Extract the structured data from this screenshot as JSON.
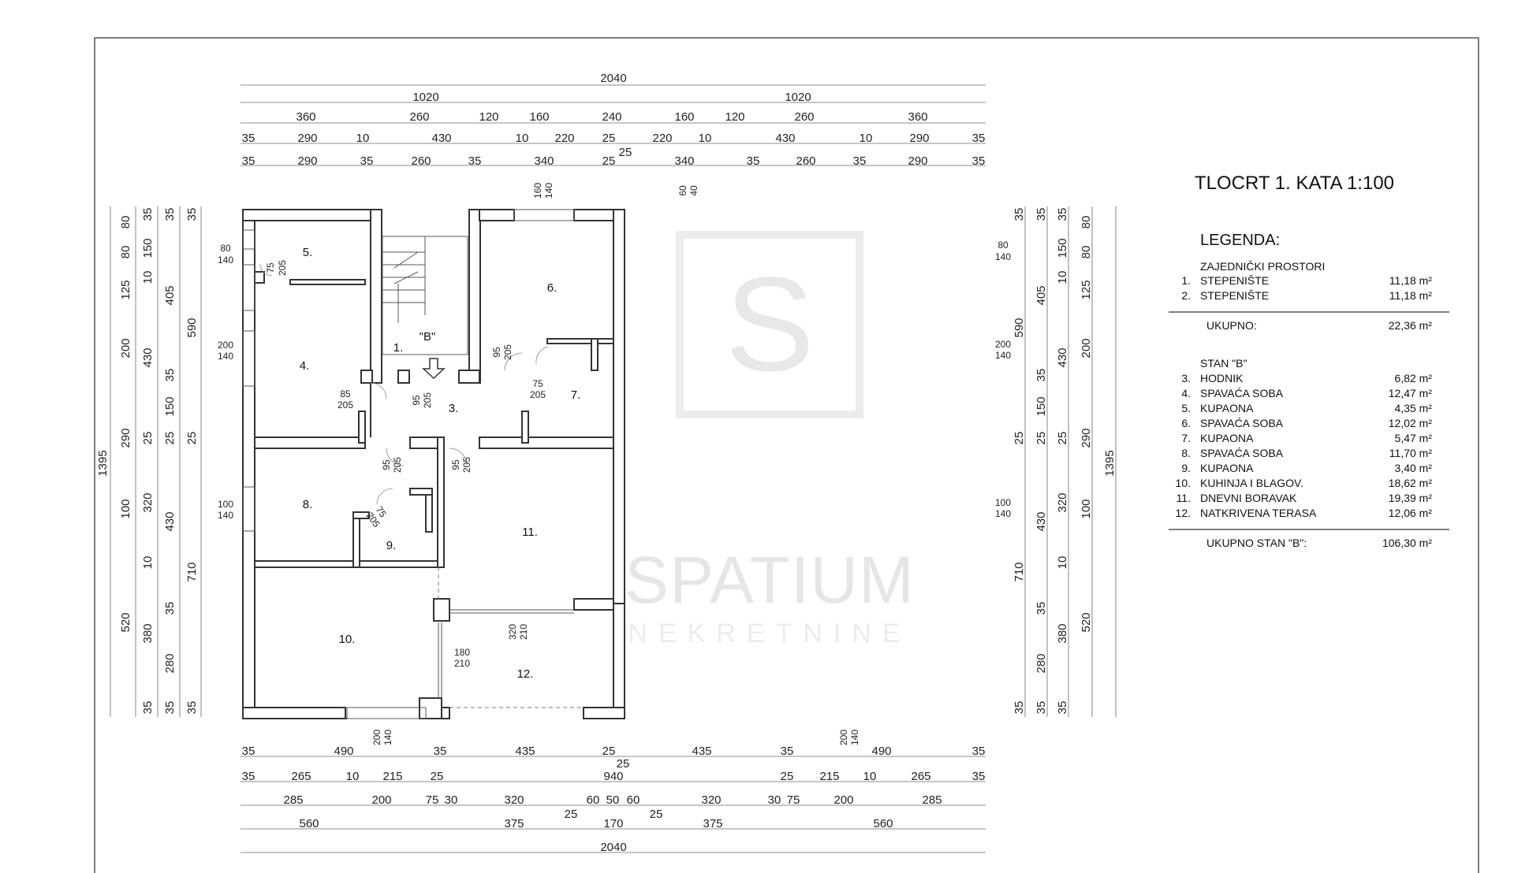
{
  "title": "TLOCRT 1. KATA 1:100",
  "watermark": {
    "logo_letter": "S",
    "brand": "SPATIUM",
    "sub": "NEKRETNINE"
  },
  "legend": {
    "heading": "LEGENDA:",
    "common": {
      "heading": "ZAJEDNIČKI PROSTORI",
      "items": [
        {
          "num": "1.",
          "name": "STEPENIŠTE",
          "area": "11,18 m²"
        },
        {
          "num": "2.",
          "name": "STEPENIŠTE",
          "area": "11,18 m²"
        }
      ],
      "total_label": "UKUPNO:",
      "total": "22,36 m²"
    },
    "apartment": {
      "heading": "STAN \"B\"",
      "items": [
        {
          "num": "3.",
          "name": "HODNIK",
          "area": "6,82 m²"
        },
        {
          "num": "4.",
          "name": "SPAVAĆA SOBA",
          "area": "12,47 m²"
        },
        {
          "num": "5.",
          "name": "KUPAONA",
          "area": "4,35 m²"
        },
        {
          "num": "6.",
          "name": "SPAVAĆA SOBA",
          "area": "12,02 m²"
        },
        {
          "num": "7.",
          "name": "KUPAONA",
          "area": "5,47 m²"
        },
        {
          "num": "8.",
          "name": "SPAVAĆA SOBA",
          "area": "11,70 m²"
        },
        {
          "num": "9.",
          "name": "KUPAONA",
          "area": "3,40 m²"
        },
        {
          "num": "10.",
          "name": "KUHINJA I BLAGOV.",
          "area": "18,62 m²"
        },
        {
          "num": "11.",
          "name": "DNEVNI BORAVAK",
          "area": "19,39 m²"
        },
        {
          "num": "12.",
          "name": "NATKRIVENA TERASA",
          "area": "12,06 m²"
        }
      ],
      "total_label": "UKUPNO STAN \"B\":",
      "total": "106,30 m²"
    }
  },
  "plan": {
    "apartment_tag": "\"B\"",
    "rooms": [
      {
        "label": "1."
      },
      {
        "label": "3."
      },
      {
        "label": "4."
      },
      {
        "label": "5."
      },
      {
        "label": "6."
      },
      {
        "label": "7."
      },
      {
        "label": "8."
      },
      {
        "label": "9."
      },
      {
        "label": "10."
      },
      {
        "label": "11."
      },
      {
        "label": "12."
      }
    ],
    "openings": [
      {
        "w": "80",
        "h": "140"
      },
      {
        "w": "75",
        "h": "205"
      },
      {
        "w": "200",
        "h": "140"
      },
      {
        "w": "85",
        "h": "205"
      },
      {
        "w": "95",
        "h": "205"
      },
      {
        "w": "95",
        "h": "205"
      },
      {
        "w": "75",
        "h": "205"
      },
      {
        "w": "160",
        "h": "140"
      },
      {
        "w": "60",
        "h": "40"
      },
      {
        "w": "95",
        "h": "205"
      },
      {
        "w": "95",
        "h": "205"
      },
      {
        "w": "100",
        "h": "140"
      },
      {
        "w": "75",
        "h": "205"
      },
      {
        "w": "320",
        "h": "210"
      },
      {
        "w": "180",
        "h": "210"
      },
      {
        "w": "200",
        "h": "140"
      },
      {
        "w": "200",
        "h": "140"
      }
    ],
    "right_openings": [
      {
        "w": "80",
        "h": "140"
      },
      {
        "w": "200",
        "h": "140"
      },
      {
        "w": "100",
        "h": "140"
      }
    ]
  },
  "dimensions": {
    "top": {
      "row1": [
        "2040"
      ],
      "row2": [
        "1020",
        "1020"
      ],
      "row3": [
        "360",
        "260",
        "120",
        "160",
        "240",
        "160",
        "120",
        "260",
        "360"
      ],
      "row4": [
        "35",
        "290",
        "10",
        "430",
        "10",
        "220",
        "25",
        "220",
        "10",
        "430",
        "10",
        "290",
        "35"
      ],
      "row5": [
        "35",
        "290",
        "35",
        "260",
        "35",
        "340",
        "25",
        "25",
        "340",
        "35",
        "260",
        "35",
        "290",
        "35"
      ]
    },
    "bottom": {
      "row1": [
        "35",
        "490",
        "35",
        "435",
        "25",
        "25",
        "435",
        "35",
        "490",
        "35"
      ],
      "row2": [
        "35",
        "265",
        "10",
        "215",
        "25",
        "940",
        "25",
        "215",
        "10",
        "265",
        "35"
      ],
      "row3": [
        "285",
        "200",
        "75",
        "30",
        "320",
        "25",
        "60",
        "50",
        "60",
        "25",
        "320",
        "30",
        "75",
        "200",
        "285"
      ],
      "row4": [
        "560",
        "375",
        "170",
        "375",
        "560"
      ],
      "row5": [
        "2040"
      ]
    },
    "left": {
      "total": [
        "1395"
      ],
      "col1": [
        "80",
        "80",
        "125",
        "200",
        "290",
        "100",
        "520"
      ],
      "col2": [
        "35",
        "150",
        "10",
        "430",
        "25",
        "320",
        "10",
        "380",
        "35"
      ],
      "col3": [
        "35",
        "405",
        "35",
        "150",
        "25",
        "430",
        "35",
        "280",
        "35"
      ],
      "col4": [
        "35",
        "590",
        "25",
        "710",
        "35"
      ]
    },
    "right": {
      "total": [
        "1395"
      ],
      "col1": [
        "80",
        "80",
        "125",
        "200",
        "290",
        "100",
        "520"
      ],
      "col2": [
        "35",
        "150",
        "10",
        "430",
        "25",
        "320",
        "10",
        "380",
        "35"
      ],
      "col3": [
        "35",
        "405",
        "35",
        "150",
        "25",
        "430",
        "35",
        "280",
        "35"
      ],
      "col4": [
        "35",
        "590",
        "25",
        "710",
        "35"
      ]
    }
  }
}
